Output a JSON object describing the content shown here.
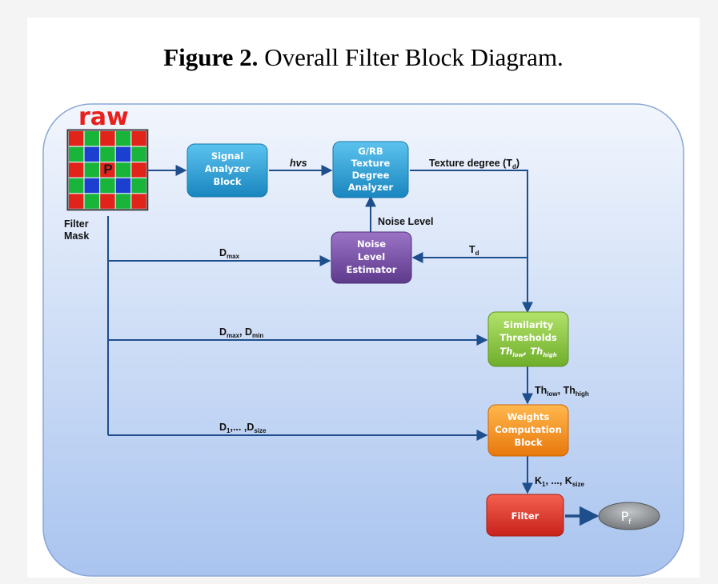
{
  "caption": {
    "prefix": "Figure 2.",
    "text": " Overall Filter Block Diagram."
  },
  "raw_label": "raw",
  "filter_mask": {
    "center_letter": "P",
    "label_line1": "Filter",
    "label_line2": "Mask",
    "pattern": [
      [
        "red",
        "green",
        "red",
        "green",
        "red"
      ],
      [
        "green",
        "blue",
        "green",
        "blue",
        "green"
      ],
      [
        "red",
        "green",
        "red",
        "green",
        "red"
      ],
      [
        "green",
        "blue",
        "green",
        "blue",
        "green"
      ],
      [
        "red",
        "green",
        "red",
        "green",
        "red"
      ]
    ]
  },
  "blocks": {
    "signal": [
      "Signal",
      "Analyzer",
      "Block"
    ],
    "texture": [
      "G/RB",
      "Texture",
      "Degree",
      "Analyzer"
    ],
    "noise": [
      "Noise",
      "Level",
      "Estimator"
    ],
    "similarity": [
      "Similarity",
      "Thresholds"
    ],
    "similarity_th": "Th",
    "similarity_low": "low",
    "similarity_high": "high",
    "weights": [
      "Weights",
      "Computation",
      "Block"
    ],
    "filter": "Filter",
    "output": "P",
    "output_sub": "f"
  },
  "labels": {
    "hvs": "hvs",
    "texture_degree": "Texture degree (T",
    "texture_degree_sub": "d",
    "noise_level": "Noise Level",
    "td": "T",
    "td_sub": "d",
    "dmax": "D",
    "dmax_sub": "max",
    "dmaxmin_D1": "D",
    "dmaxmin_sub1": "max",
    "dmaxmin_D2": "D",
    "dmaxmin_sub2": "min",
    "dsize_D1": "D",
    "dsize_sub1": "1",
    "dsize_mid": ",... ,D",
    "dsize_sub2": "size",
    "th_Th1": "Th",
    "th_sub1": "low",
    "th_Th2": "Th",
    "th_sub2": "high",
    "k_K1": "K",
    "k_sub1": "1",
    "k_mid": ", ..., K",
    "k_sub2": "size"
  },
  "colors": {
    "panel_top": "#f2f6fd",
    "panel_bottom": "#a9c4ef",
    "signal": "#2a9fd3",
    "texture": "#2a9fd3",
    "noise": "#7b4fa8",
    "similarity": "#8cc63f",
    "weights": "#f7941d",
    "filter": "#e5332a",
    "output": "#8a8d90",
    "arrow": "#1f4e8c"
  }
}
